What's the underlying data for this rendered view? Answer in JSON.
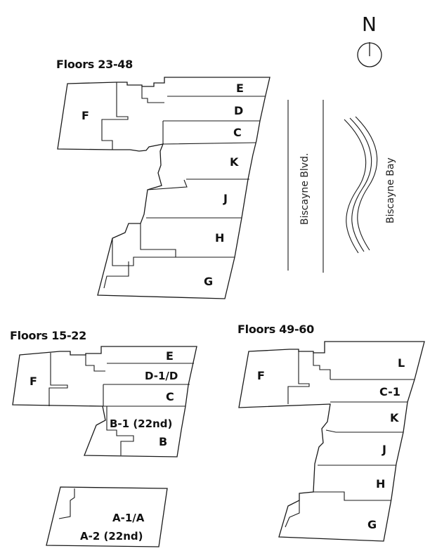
{
  "compass": {
    "north_label": "N",
    "icon": "north-arrow-icon"
  },
  "plans": {
    "upper": {
      "title": "Floors 23-48",
      "units": [
        "E",
        "D",
        "C",
        "K",
        "J",
        "H",
        "G",
        "F"
      ]
    },
    "lower": {
      "title": "Floors 15-22",
      "units": [
        "E",
        "D-1/D",
        "C",
        "B-1 (22nd)",
        "B",
        "F"
      ],
      "annex_units": [
        "A-1/A",
        "A-2 (22nd)"
      ]
    },
    "top": {
      "title": "Floors 49-60",
      "units": [
        "L",
        "C-1",
        "K",
        "J",
        "H",
        "G",
        "F"
      ]
    }
  },
  "labels": {
    "street": "Biscayne Blvd.",
    "water": "Biscayne Bay"
  },
  "colors": {
    "line": "#1a1a1a",
    "background": "#ffffff"
  }
}
